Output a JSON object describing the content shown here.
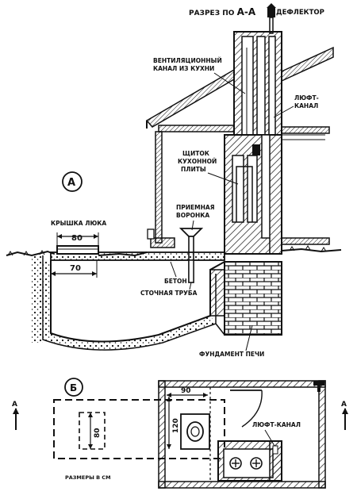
{
  "section": {
    "title_prefix": "РАЗРЕЗ ПО",
    "title_mark": "А-А",
    "deflector": "ДЕФЛЕКТОР"
  },
  "labels": {
    "kitchen_vent": [
      "ВЕНТИЛЯЦИОННЫЙ",
      "КАНАЛ ИЗ КУХНИ"
    ],
    "luft_canal": [
      "ЛЮФТ-",
      "КАНАЛ"
    ],
    "stove_shield": [
      "ЩИТОК",
      "КУХОННОЙ",
      "ПЛИТЫ"
    ],
    "funnel": [
      "ПРИЕМНАЯ",
      "ВОРОНКА"
    ],
    "hatch_cover": "КРЫШКА ЛЮКА",
    "concrete": "БЕТОН",
    "drain_pipe": "СТОЧНАЯ ТРУБА",
    "foundation": "ФУНДАМЕНТ ПЕЧИ",
    "plan_luft": "ЛЮФТ-КАНАЛ",
    "dims_note": "РАЗМЕРЫ В СМ"
  },
  "views": {
    "a": "А",
    "b": "Б"
  },
  "dimensions": {
    "hatch_width": "80",
    "hatch_offset": "70",
    "plan_width": "90",
    "plan_depth": "120",
    "plan_height": "80"
  },
  "markers": {
    "left": "А",
    "right": "А"
  }
}
